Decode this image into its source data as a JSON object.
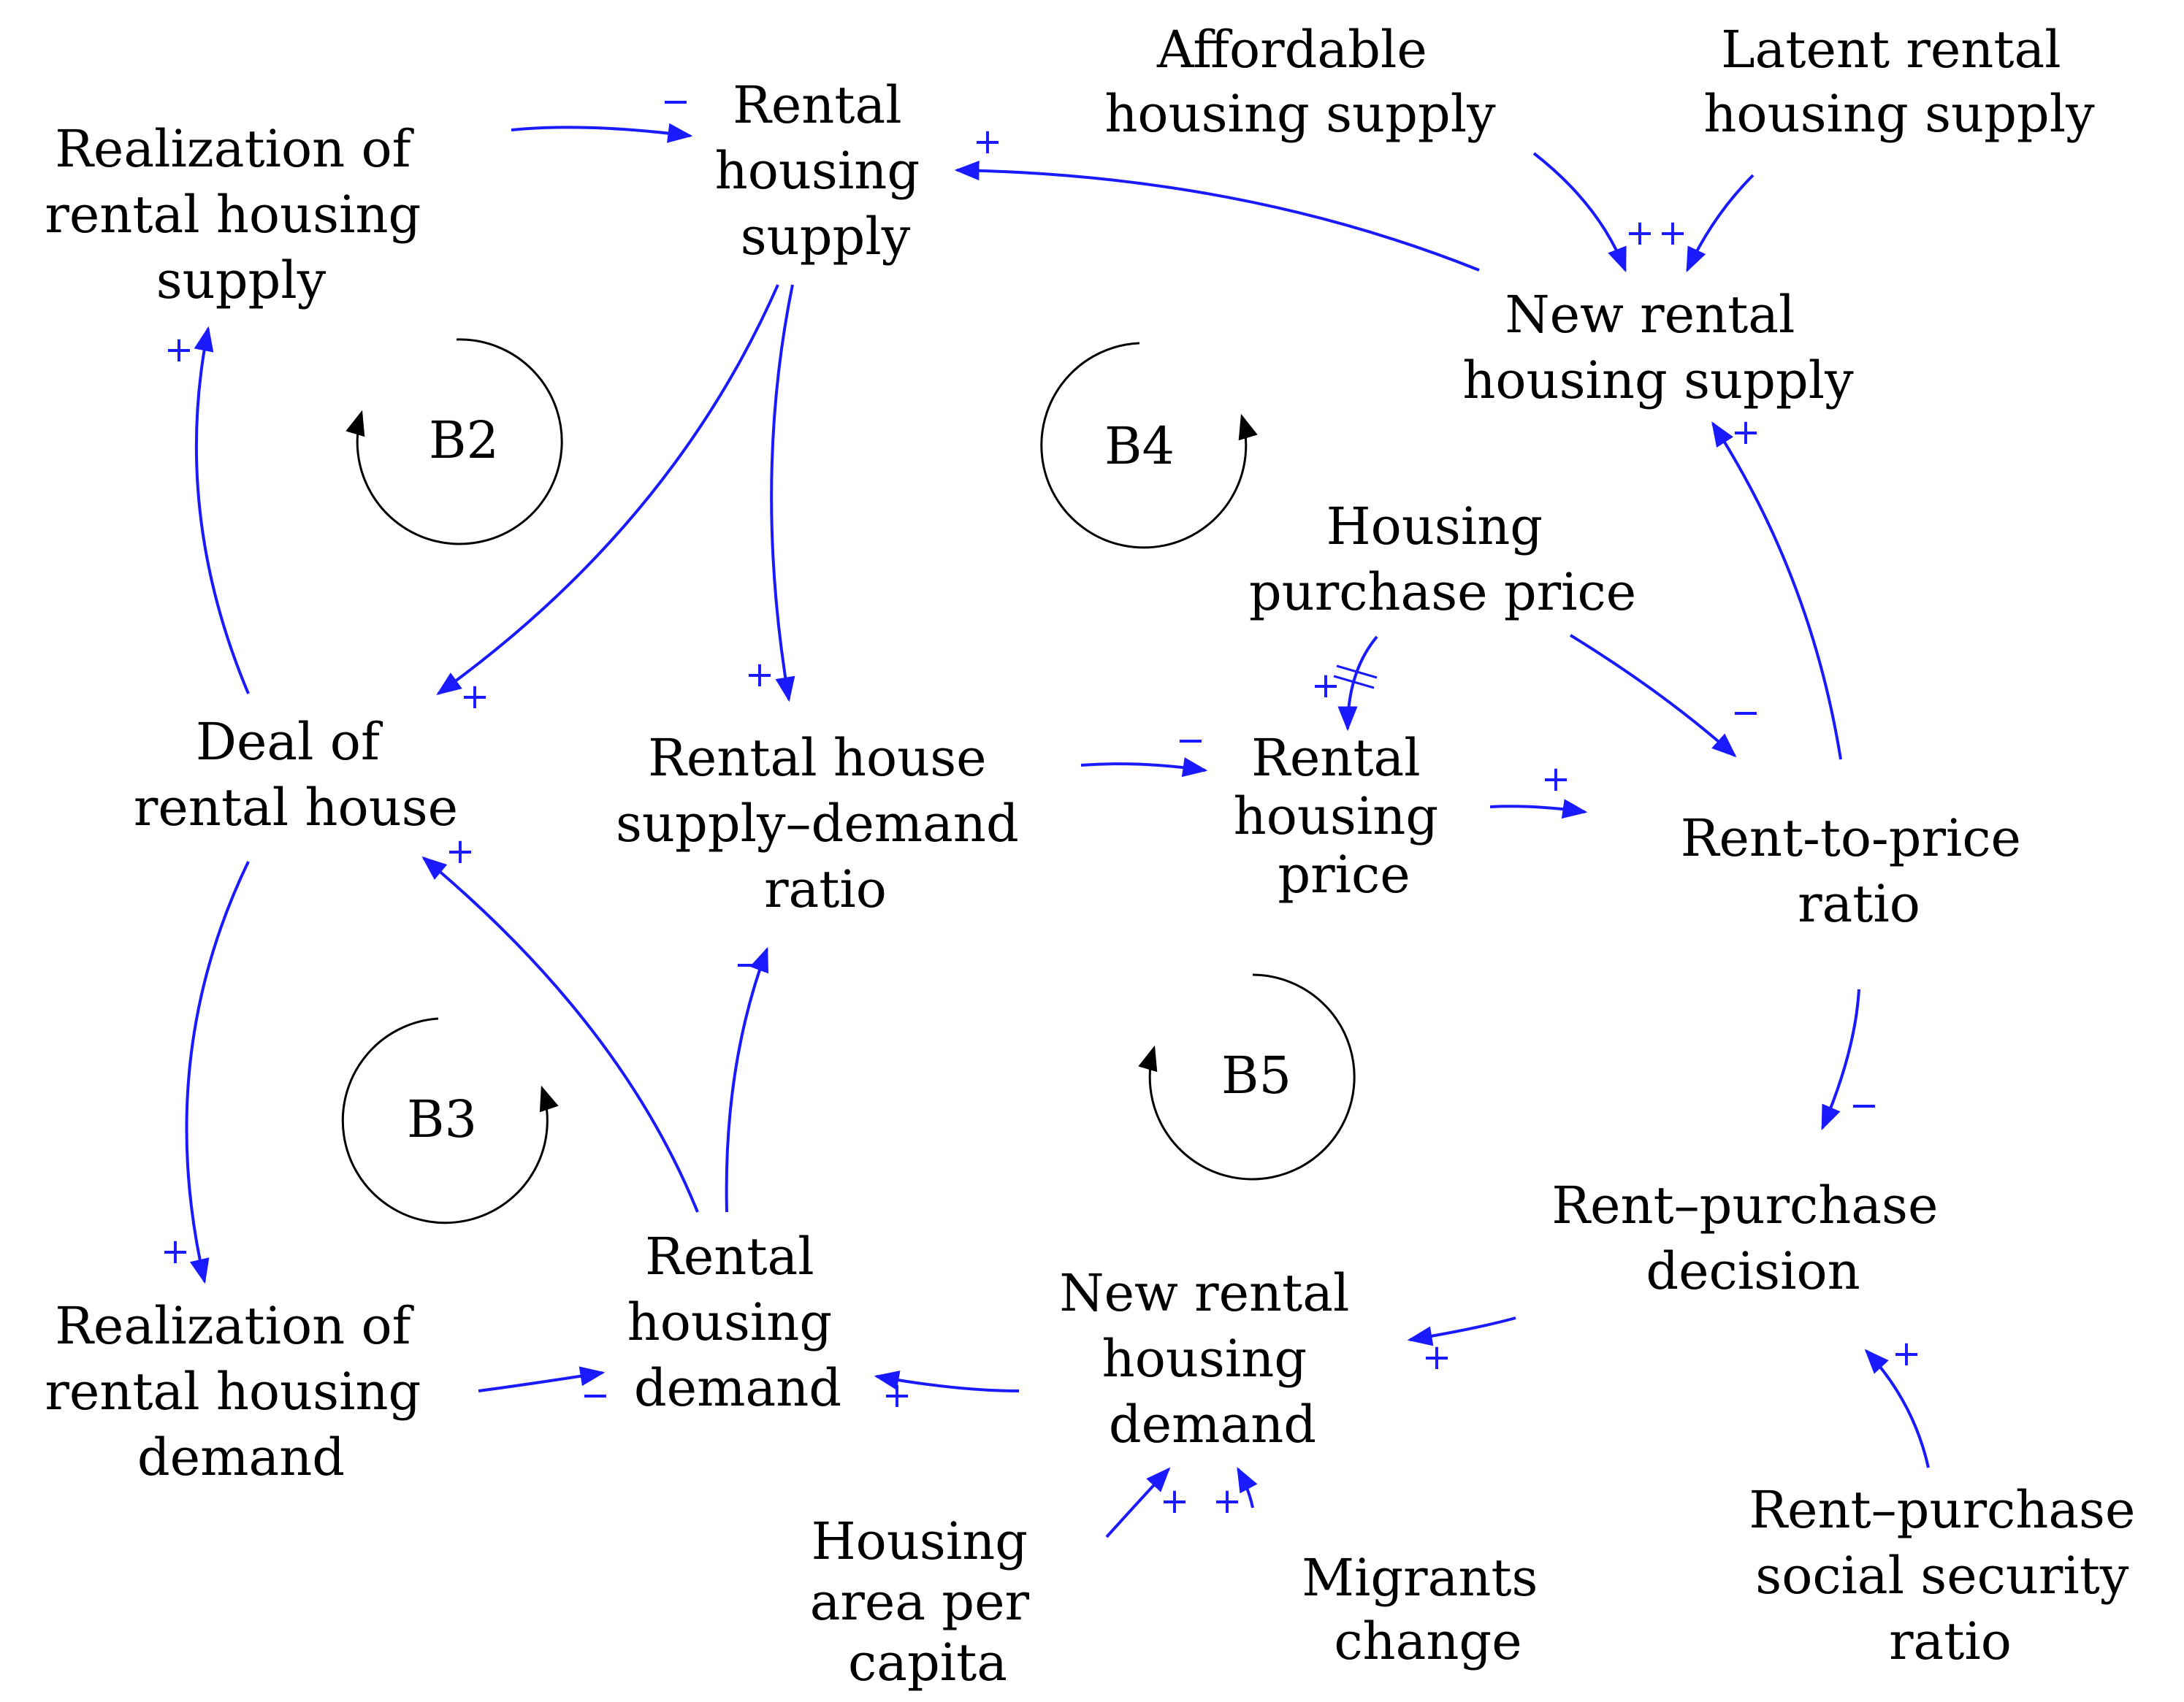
{
  "colors": {
    "link": "#1a1aff",
    "polarity": "#1a1aff",
    "loop": "#000000",
    "text": "#000000"
  },
  "variables": {
    "rental_supply": [
      "Rental",
      "housing",
      "supply"
    ],
    "realization_supply": [
      "Realization of",
      "rental housing",
      "supply"
    ],
    "affordable_supply": [
      "Affordable",
      "housing supply"
    ],
    "latent_supply": [
      "Latent rental",
      "housing supply"
    ],
    "new_rental_supply": [
      "New rental",
      "housing supply"
    ],
    "housing_purchase_price": [
      "Housing",
      "purchase price"
    ],
    "deal_rental": [
      "Deal of",
      "rental house"
    ],
    "supply_demand_ratio": [
      "Rental house",
      "supply–demand",
      "ratio"
    ],
    "rental_price": [
      "Rental",
      "housing",
      "price"
    ],
    "rent_to_price": [
      "Rent-to-price",
      "ratio"
    ],
    "rent_purchase_decision": [
      "Rent–purchase",
      "decision"
    ],
    "realization_demand": [
      "Realization of",
      "rental housing",
      "demand"
    ],
    "rental_demand": [
      "Rental",
      "housing",
      "demand"
    ],
    "new_rental_demand": [
      "New rental",
      "housing",
      "demand"
    ],
    "area_per_capita": [
      "Housing",
      "area per",
      "capita"
    ],
    "migrants_change": [
      "Migrants",
      "change"
    ],
    "social_security_ratio": [
      "Rent–purchase",
      "social security",
      "ratio"
    ]
  },
  "loops": [
    "B2",
    "B3",
    "B4",
    "B5"
  ],
  "links": [
    {
      "from": "Realization of rental housing supply",
      "to": "Rental housing supply",
      "polarity": "−"
    },
    {
      "from": "New rental housing supply",
      "to": "Rental housing supply",
      "polarity": "+"
    },
    {
      "from": "Affordable housing supply",
      "to": "New rental housing supply",
      "polarity": "+"
    },
    {
      "from": "Latent rental housing supply",
      "to": "New rental housing supply",
      "polarity": "+"
    },
    {
      "from": "Deal of rental house",
      "to": "Realization of rental housing supply",
      "polarity": "+"
    },
    {
      "from": "Rental housing supply",
      "to": "Deal of rental house",
      "polarity": "+"
    },
    {
      "from": "Rental housing supply",
      "to": "Rental house supply–demand ratio",
      "polarity": "+"
    },
    {
      "from": "Rent-to-price ratio",
      "to": "New rental housing supply",
      "polarity": "+"
    },
    {
      "from": "Housing purchase price",
      "to": "Rental housing price",
      "polarity": "+"
    },
    {
      "from": "Housing purchase price",
      "to": "Rent-to-price ratio",
      "polarity": "−"
    },
    {
      "from": "Rental house supply–demand ratio",
      "to": "Rental housing price",
      "polarity": "−"
    },
    {
      "from": "Rental housing price",
      "to": "Rent-to-price ratio",
      "polarity": "+"
    },
    {
      "from": "Rental housing demand",
      "to": "Deal of rental house",
      "polarity": "+"
    },
    {
      "from": "Rental housing demand",
      "to": "Rental house supply–demand ratio",
      "polarity": "−"
    },
    {
      "from": "Deal of rental house",
      "to": "Realization of rental housing demand",
      "polarity": "+"
    },
    {
      "from": "Rent-to-price ratio",
      "to": "Rent–purchase decision",
      "polarity": "−"
    },
    {
      "from": "Realization of rental housing demand",
      "to": "Rental housing demand",
      "polarity": "−"
    },
    {
      "from": "New rental housing demand",
      "to": "Rental housing demand",
      "polarity": "+"
    },
    {
      "from": "Rent–purchase decision",
      "to": "New rental housing demand",
      "polarity": "+"
    },
    {
      "from": "Housing area per capita",
      "to": "New rental housing demand",
      "polarity": "+"
    },
    {
      "from": "Migrants change",
      "to": "New rental housing demand",
      "polarity": "+"
    },
    {
      "from": "Rent–purchase social security ratio",
      "to": "Rent–purchase decision",
      "polarity": "+"
    }
  ]
}
